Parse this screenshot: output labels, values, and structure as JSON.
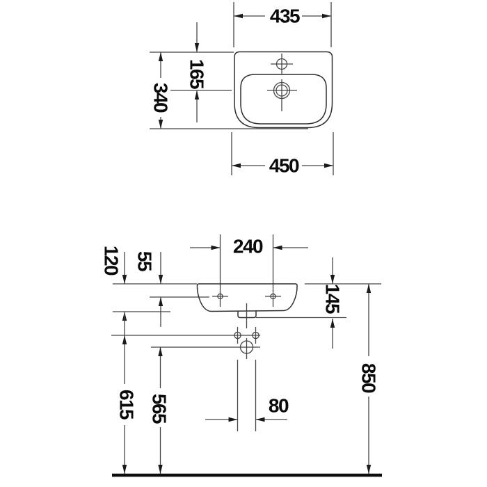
{
  "dimensions": {
    "plan": {
      "top_width": "435",
      "drain_center_offset": "165",
      "depth": "340",
      "overall_width": "450"
    },
    "front": {
      "fixing_hole_spacing": "240",
      "body_height": "120",
      "rim_to_fixing_holes": "55",
      "rim_to_outlet": "145",
      "supply_height": "615",
      "trap_height": "565",
      "supply_spacing": "80",
      "rim_height": "850"
    }
  }
}
